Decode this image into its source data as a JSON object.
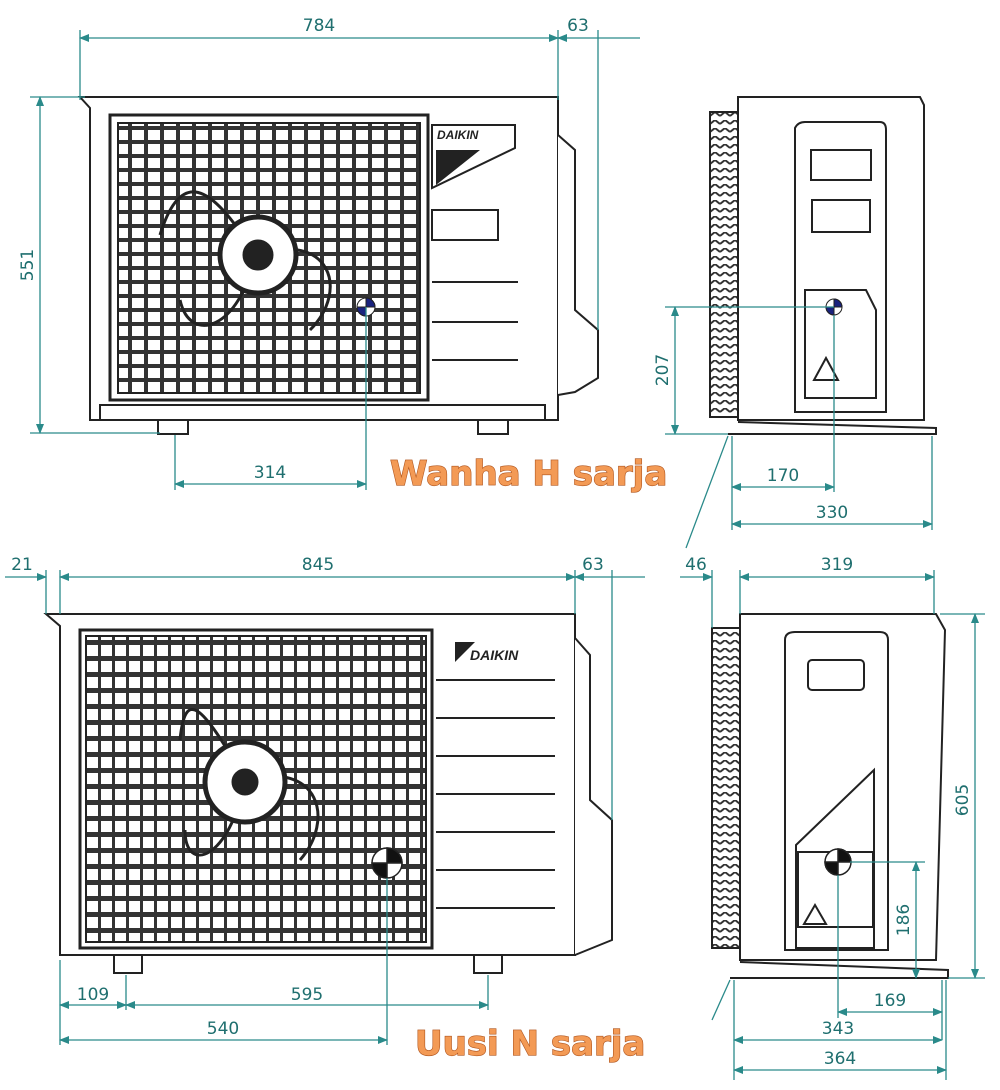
{
  "colors": {
    "dimension": "#2a8a8a",
    "label_fill": "#f39a55",
    "label_stroke": "#b0551e",
    "outline": "#222222"
  },
  "old_series": {
    "label": "Wanha H sarja",
    "brand": "DAIKIN",
    "front": {
      "width": "784",
      "depth_offset": "63",
      "height": "551",
      "center_offset": "314"
    },
    "side": {
      "center_height": "207",
      "center_depth": "170",
      "depth": "330"
    }
  },
  "new_series": {
    "label": "Uusi N sarja",
    "brand": "DAIKIN",
    "front": {
      "left_offset": "21",
      "width": "845",
      "depth_offset": "63",
      "foot_offset": "109",
      "foot_span": "595",
      "center_offset": "540"
    },
    "side": {
      "back_offset": "46",
      "width": "319",
      "height": "605",
      "center_height": "186",
      "center_depth": "169",
      "depth": "343",
      "total_depth": "364"
    }
  }
}
